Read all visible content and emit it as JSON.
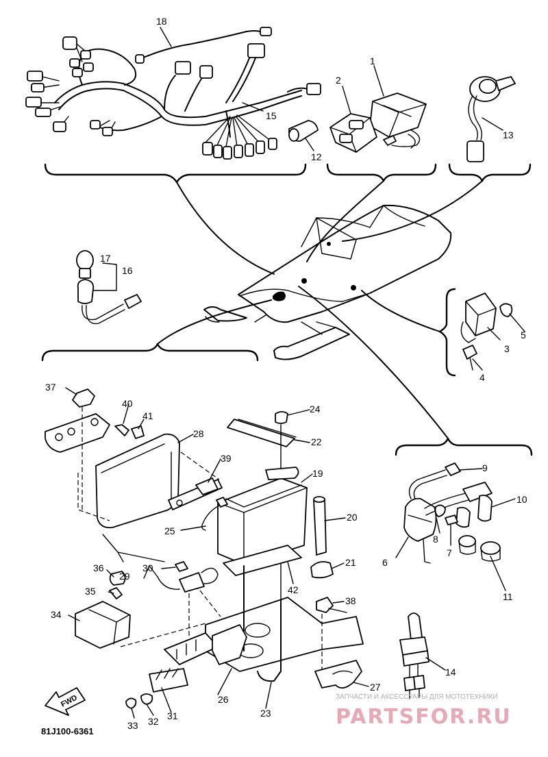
{
  "diagram": {
    "parts": [
      {
        "id": "1",
        "label": "1"
      },
      {
        "id": "2",
        "label": "2"
      },
      {
        "id": "3",
        "label": "3"
      },
      {
        "id": "4",
        "label": "4"
      },
      {
        "id": "5",
        "label": "5"
      },
      {
        "id": "6",
        "label": "6"
      },
      {
        "id": "7",
        "label": "7"
      },
      {
        "id": "8",
        "label": "8"
      },
      {
        "id": "9",
        "label": "9"
      },
      {
        "id": "10",
        "label": "10"
      },
      {
        "id": "11",
        "label": "11"
      },
      {
        "id": "12",
        "label": "12"
      },
      {
        "id": "13",
        "label": "13"
      },
      {
        "id": "14",
        "label": "14"
      },
      {
        "id": "15",
        "label": "15"
      },
      {
        "id": "16",
        "label": "16"
      },
      {
        "id": "17",
        "label": "17"
      },
      {
        "id": "18",
        "label": "18"
      },
      {
        "id": "19",
        "label": "19"
      },
      {
        "id": "20",
        "label": "20"
      },
      {
        "id": "21",
        "label": "21"
      },
      {
        "id": "22",
        "label": "22"
      },
      {
        "id": "23",
        "label": "23"
      },
      {
        "id": "24",
        "label": "24"
      },
      {
        "id": "25",
        "label": "25"
      },
      {
        "id": "26",
        "label": "26"
      },
      {
        "id": "27",
        "label": "27"
      },
      {
        "id": "28",
        "label": "28"
      },
      {
        "id": "29",
        "label": "29"
      },
      {
        "id": "30",
        "label": "30"
      },
      {
        "id": "31",
        "label": "31"
      },
      {
        "id": "32",
        "label": "32"
      },
      {
        "id": "33",
        "label": "33"
      },
      {
        "id": "34",
        "label": "34"
      },
      {
        "id": "35",
        "label": "35"
      },
      {
        "id": "36",
        "label": "36"
      },
      {
        "id": "37",
        "label": "37"
      },
      {
        "id": "38",
        "label": "38"
      },
      {
        "id": "39",
        "label": "39"
      },
      {
        "id": "40",
        "label": "40"
      },
      {
        "id": "41",
        "label": "41"
      },
      {
        "id": "42",
        "label": "42"
      }
    ],
    "direction_label": "FWD",
    "drawing_code": "81J100-6361"
  },
  "watermark": {
    "caption": "ЗАПЧАСТИ И АКСЕССУАРЫ ДЛЯ МОТОТЕХНИКИ",
    "logo": "PARTSFOR.RU"
  }
}
